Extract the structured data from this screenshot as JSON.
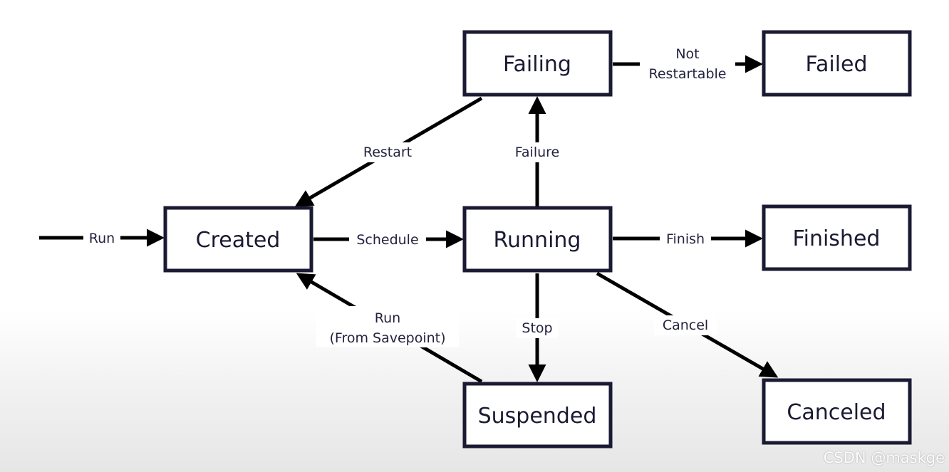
{
  "states": {
    "created": "Created",
    "running": "Running",
    "failing": "Failing",
    "failed": "Failed",
    "finished": "Finished",
    "suspended": "Suspended",
    "canceled": "Canceled"
  },
  "transitions": {
    "run": "Run",
    "schedule": "Schedule",
    "restart": "Restart",
    "failure": "Failure",
    "not_restartable_line1": "Not",
    "not_restartable_line2": "Restartable",
    "finish": "Finish",
    "stop": "Stop",
    "cancel": "Cancel",
    "run_from_savepoint_line1": "Run",
    "run_from_savepoint_line2": "(From Savepoint)"
  },
  "watermark": "CSDN @maskge"
}
